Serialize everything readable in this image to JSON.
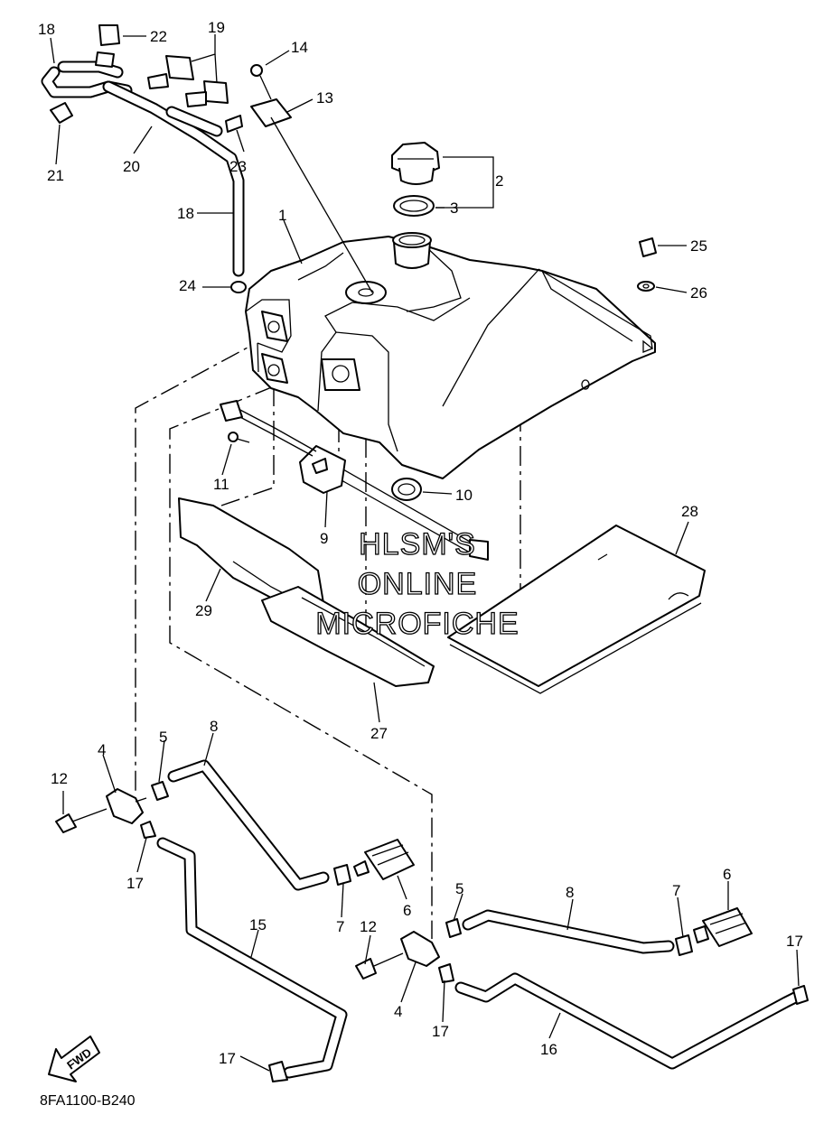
{
  "diagram": {
    "watermark": {
      "line1": "HLSM'S",
      "line2": "ONLINE",
      "line3": "MICROFICHE"
    },
    "fwd_label": "FWD",
    "diagram_code": "8FA1100-B240",
    "callouts": {
      "c1": "1",
      "c2": "2",
      "c3": "3",
      "c4a": "4",
      "c4b": "4",
      "c5a": "5",
      "c5b": "5",
      "c6a": "6",
      "c6b": "6",
      "c7a": "7",
      "c7b": "7",
      "c8a": "8",
      "c8b": "8",
      "c9": "9",
      "c10": "10",
      "c11": "11",
      "c12a": "12",
      "c12b": "12",
      "c13": "13",
      "c14": "14",
      "c15": "15",
      "c16": "16",
      "c17a": "17",
      "c17b": "17",
      "c17c": "17",
      "c17d": "17",
      "c18a": "18",
      "c18b": "18",
      "c19": "19",
      "c20": "20",
      "c21": "21",
      "c22": "22",
      "c23": "23",
      "c24": "24",
      "c25": "25",
      "c26": "26",
      "c27": "27",
      "c28": "28",
      "c29": "29"
    }
  }
}
